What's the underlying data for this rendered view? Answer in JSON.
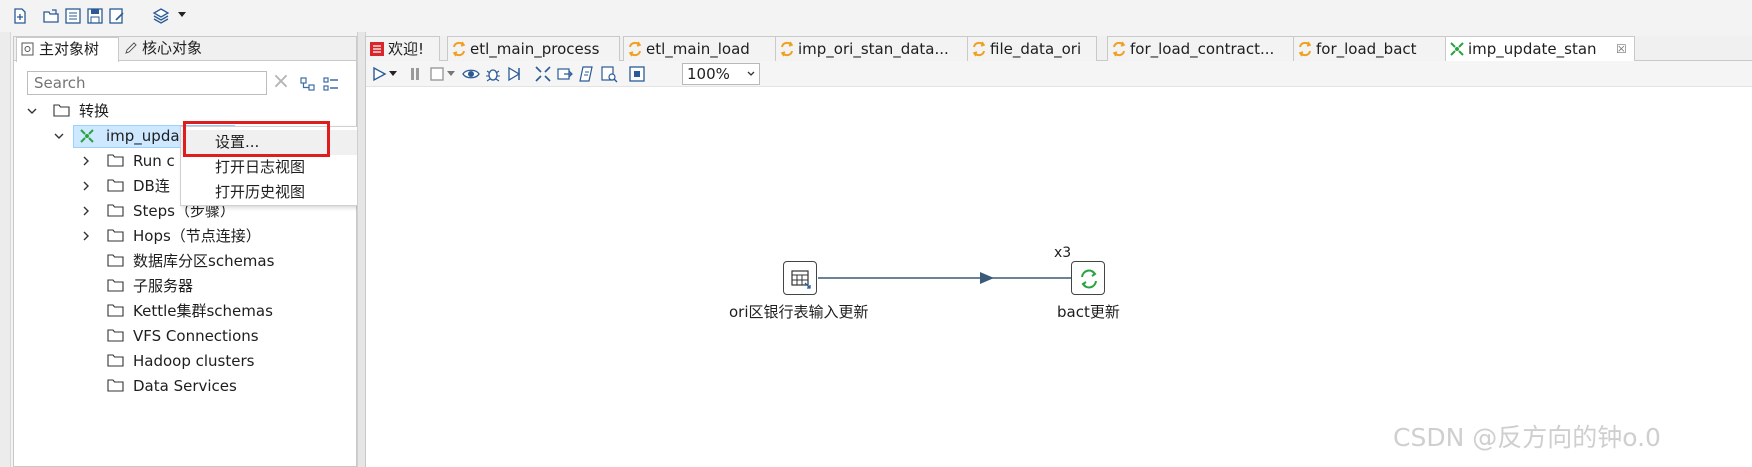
{
  "left_panel": {
    "tabs": [
      {
        "label": "主对象树",
        "active": true
      },
      {
        "label": "核心对象",
        "active": false
      }
    ],
    "search": {
      "placeholder": "Search"
    },
    "tree": {
      "root": "转换",
      "transform": "imp_upda",
      "children": [
        "Run c",
        "DB连",
        "Steps（步骤）",
        "Hops（节点连接）",
        "数据库分区schemas",
        "子服务器",
        "Kettle集群schemas",
        "VFS Connections",
        "Hadoop clusters",
        "Data Services"
      ]
    },
    "context_menu": {
      "items": [
        "设置...",
        "打开日志视图",
        "打开历史视图"
      ],
      "highlight_color": "#e01d1d"
    }
  },
  "editor": {
    "tabs": [
      {
        "label": "欢迎!",
        "icon": "welcome-icon",
        "active": false
      },
      {
        "label": "etl_main_process",
        "icon": "job-icon",
        "active": false
      },
      {
        "label": "etl_main_load",
        "icon": "job-icon",
        "active": false
      },
      {
        "label": "imp_ori_stan_data...",
        "icon": "job-icon",
        "active": false
      },
      {
        "label": "file_data_ori",
        "icon": "job-icon",
        "active": false
      },
      {
        "label": "for_load_contract...",
        "icon": "job-icon",
        "active": false
      },
      {
        "label": "for_load_bact",
        "icon": "job-icon",
        "active": false
      },
      {
        "label": "imp_update_stan",
        "icon": "transformation-icon",
        "active": true,
        "close": "☒"
      }
    ],
    "zoom": "100%",
    "canvas": {
      "steps": [
        {
          "label": "ori区银行表输入更新",
          "icon": "table-input-icon"
        },
        {
          "label": "bact更新",
          "icon": "update-icon",
          "copies": "x3"
        }
      ]
    }
  },
  "watermark": "CSDN @反方向的钟o.0",
  "colors": {
    "selection": "#cde8ff",
    "job_icon": "#f0a020",
    "transform_icon": "#2aa33f",
    "welcome_icon": "#d8262a",
    "hop_line": "#3a5a78"
  }
}
